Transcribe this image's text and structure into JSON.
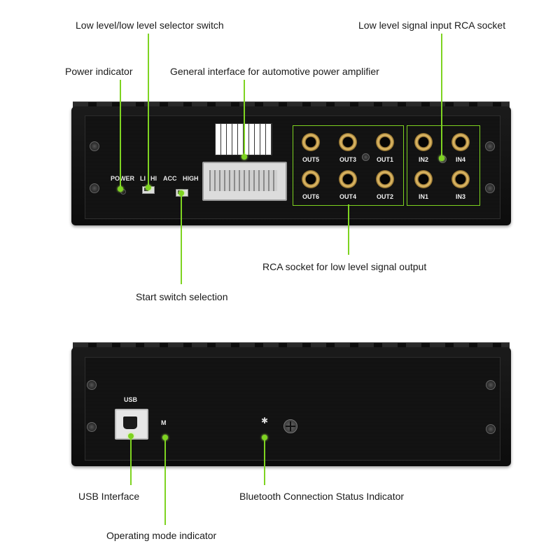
{
  "top_unit": {
    "panel_labels": {
      "power": "POWER",
      "li": "LI",
      "hi": "HI",
      "acc": "ACC",
      "high": "HIGH"
    },
    "outputs": [
      "OUT5",
      "OUT3",
      "OUT1",
      "OUT6",
      "OUT4",
      "OUT2"
    ],
    "inputs": [
      "IN2",
      "IN4",
      "IN1",
      "IN3"
    ]
  },
  "bottom_unit": {
    "panel_labels": {
      "usb": "USB",
      "m": "M"
    }
  },
  "callouts": {
    "low_level_selector": "Low level/low level selector switch",
    "low_level_input": "Low level signal input RCA socket",
    "power_indicator": "Power indicator",
    "general_interface": "General interface for automotive power amplifier",
    "rca_output": "RCA socket for low level signal output",
    "start_switch": "Start switch selection",
    "usb_interface": "USB Interface",
    "bluetooth_status": "Bluetooth Connection Status Indicator",
    "operating_mode": "Operating mode indicator"
  },
  "colors": {
    "leader": "#7ed321",
    "device_body": "#111111",
    "rca_gold": "#e8c26b"
  }
}
